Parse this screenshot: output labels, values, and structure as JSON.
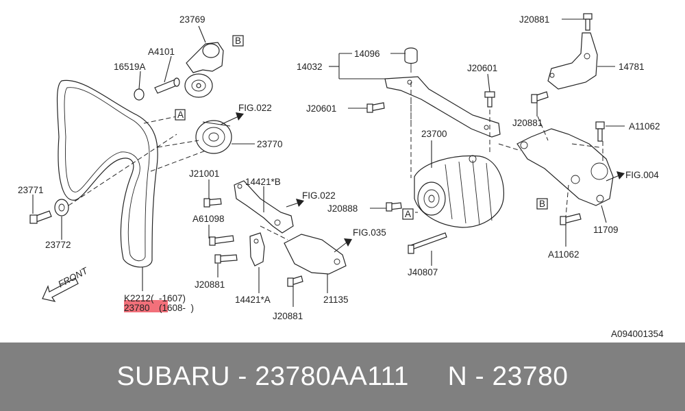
{
  "labels": {
    "p23769": "23769",
    "pA4101": "A4101",
    "p16519A": "16519A",
    "p23770": "23770",
    "p23771": "23771",
    "p23772": "23772",
    "fig022a": "FIG.022",
    "p21001": "J21001",
    "p14421B": "14421*B",
    "fig022b": "FIG.022",
    "pA61098": "A61098",
    "pJ20881a": "J20881",
    "p14421A": "14421*A",
    "fig035": "FIG.035",
    "p21135": "21135",
    "pJ20881b": "J20881",
    "pK2212": "K2212(  -1607)",
    "p23780": "23780",
    "p1608": "(1608-  )",
    "p14032": "14032",
    "p14096": "14096",
    "pJ20601a": "J20601",
    "pJ20601b": "J20601",
    "p23700": "23700",
    "pJ20888": "J20888",
    "pJ40807": "J40807",
    "pJ20881c": "J20881",
    "p14781": "14781",
    "pJ20881d": "J20881",
    "pA11062a": "A11062",
    "fig004": "FIG.004",
    "p11709": "11709",
    "pA11062b": "A11062",
    "front": "FRONT",
    "refA1": "A",
    "refA2": "A",
    "refB1": "B",
    "refB2": "B",
    "imageId": "A094001354"
  },
  "highlight_color": "#f2707a",
  "footer": {
    "text": "SUBARU - 23780AA111     N - 23780"
  }
}
